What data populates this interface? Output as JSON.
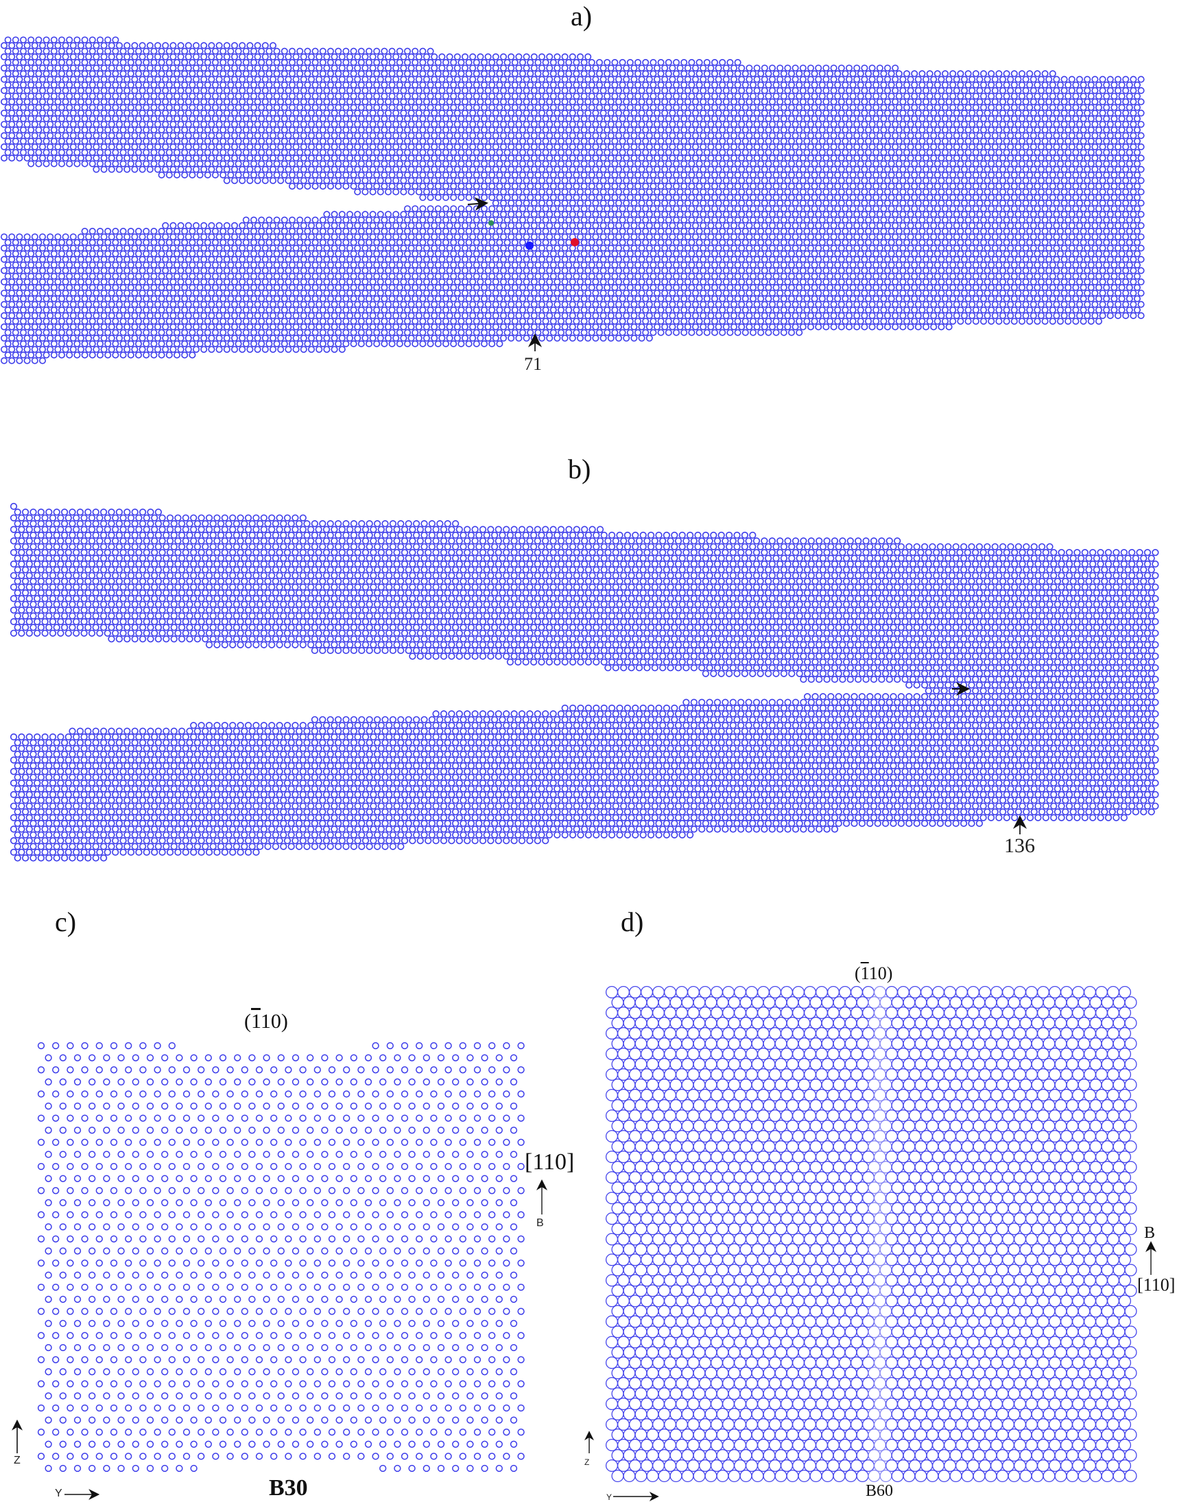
{
  "figure": {
    "panels": [
      {
        "id": "a",
        "label": "a)",
        "marker_value": "71",
        "highlight_colors": {
          "blue": "#1a1aff",
          "red": "#e0102a",
          "green": "#2f8f5a"
        }
      },
      {
        "id": "b",
        "label": "b)",
        "marker_value": "136"
      },
      {
        "id": "c",
        "label": "c)",
        "plane": "(110)",
        "plane_bar_digit": "1",
        "direction": "[110]",
        "burgers": "B",
        "dislocation": "B30",
        "axis_y": "Y",
        "axis_z": "Z"
      },
      {
        "id": "d",
        "label": "d)",
        "plane": "(110)",
        "plane_bar_digit": "1",
        "direction": "[110]",
        "burgers": "B",
        "dislocation": "B60",
        "axis_y": "Y",
        "axis_z": "Z"
      }
    ],
    "atom_color": "#3b3bea",
    "atom_color_light": "#6b6bf0"
  }
}
